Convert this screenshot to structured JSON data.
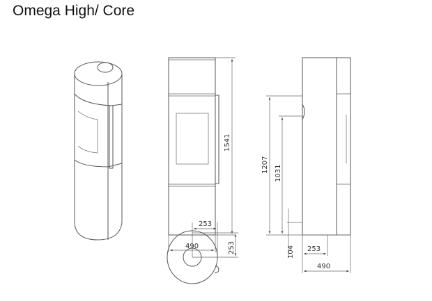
{
  "title": "Omega High/ Core",
  "dimensions": {
    "front_height": "1541",
    "front_width": "490",
    "side_height_top": "1207",
    "side_height_mid": "1031",
    "side_bottom": "104",
    "side_offset": "253",
    "side_width": "490",
    "top_offset_x": "253",
    "top_offset_y": "253"
  }
}
